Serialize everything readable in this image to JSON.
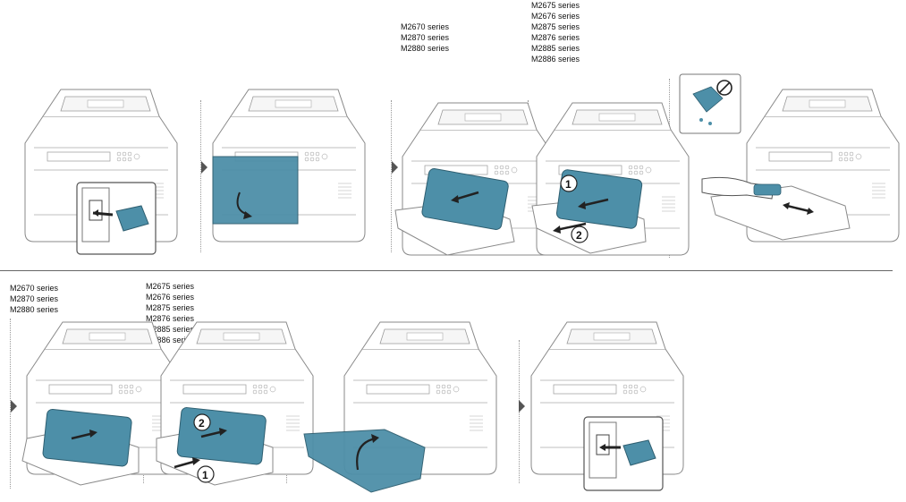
{
  "top_row": {
    "step3_models": [
      "M2670 series",
      "M2870 series",
      "M2880 series"
    ],
    "step4_models": [
      "M2675 series",
      "M2676 series",
      "M2875 series",
      "M2876 series",
      "M2885 series",
      "M2886 series"
    ]
  },
  "bottom_row": {
    "step6_models": [
      "M2670 series",
      "M2870 series",
      "M2880 series"
    ],
    "step7_models": [
      "M2675 series",
      "M2676 series",
      "M2875 series",
      "M2876 series",
      "M2885 series",
      "M2886 series"
    ]
  },
  "badges": {
    "step4_first": "1",
    "step4_second": "2",
    "step7_first": "2",
    "step7_second": "1"
  },
  "icons": {
    "step_arrow": "triangle-right-icon",
    "no_water": "no-water-icon",
    "power_plug": "power-plug-icon"
  },
  "colors": {
    "toner_blue": "#4d8fa8",
    "line_gray": "#8a8a8a",
    "arrow_dark": "#333333"
  }
}
